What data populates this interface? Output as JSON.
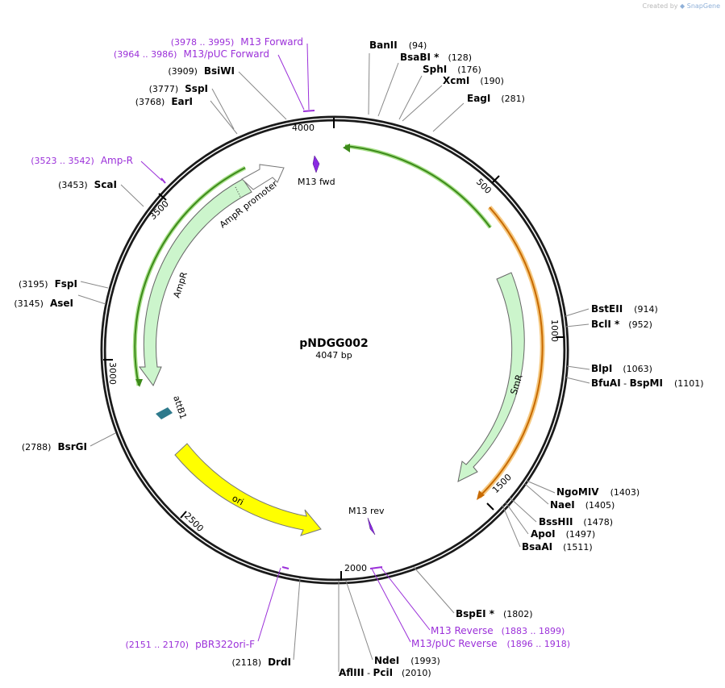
{
  "credit": {
    "prefix": "Created by",
    "brand": "SnapGene"
  },
  "plasmid": {
    "name": "pNDGG002",
    "length_label": "4047 bp"
  },
  "ticks": [
    "500",
    "1000",
    "1500",
    "2000",
    "2500",
    "3000",
    "3500",
    "4000"
  ],
  "enzymes_right": [
    {
      "name": "BanII",
      "pos": "(94)"
    },
    {
      "name": "BsaBI *",
      "pos": "(128)"
    },
    {
      "name": "SphI",
      "pos": "(176)"
    },
    {
      "name": "XcmI",
      "pos": "(190)"
    },
    {
      "name": "EagI",
      "pos": "(281)"
    },
    {
      "name": "BstEII",
      "pos": "(914)"
    },
    {
      "name": "BclI *",
      "pos": "(952)"
    },
    {
      "name": "BlpI",
      "pos": "(1063)"
    },
    {
      "name": "BfuAI",
      "sep": " - ",
      "name2": "BspMI",
      "pos": "(1101)"
    },
    {
      "name": "NgoMIV",
      "pos": "(1403)"
    },
    {
      "name": "NaeI",
      "pos": "(1405)"
    },
    {
      "name": "BssHII",
      "pos": "(1478)"
    },
    {
      "name": "ApoI",
      "pos": "(1497)"
    },
    {
      "name": "BsaAI",
      "pos": "(1511)"
    },
    {
      "name": "BspEI *",
      "pos": "(1802)"
    },
    {
      "name": "NdeI",
      "pos": "(1993)"
    },
    {
      "name": "AflIII",
      "sep": " - ",
      "name2": "PciI",
      "pos": "(2010)"
    }
  ],
  "enzymes_left": [
    {
      "name": "BsiWI",
      "pos": "(3909)"
    },
    {
      "name": "SspI",
      "pos": "(3777)"
    },
    {
      "name": "EarI",
      "pos": "(3768)"
    },
    {
      "name": "ScaI",
      "pos": "(3453)"
    },
    {
      "name": "FspI",
      "pos": "(3195)"
    },
    {
      "name": "AseI",
      "pos": "(3145)"
    },
    {
      "name": "BsrGI",
      "pos": "(2788)"
    },
    {
      "name": "DrdI",
      "pos": "(2118)"
    }
  ],
  "primers": [
    {
      "name": "M13 Forward",
      "range": "(3978 .. 3995)"
    },
    {
      "name": "M13/pUC Forward",
      "range": "(3964 .. 3986)"
    },
    {
      "name": "Amp-R",
      "range": "(3523 .. 3542)"
    },
    {
      "name": "pBR322ori-F",
      "range": "(2151 .. 2170)"
    },
    {
      "name": "M13 Reverse",
      "range": "(1883 .. 1899)"
    },
    {
      "name": "M13/pUC Reverse",
      "range": "(1896 .. 1918)"
    }
  ],
  "features": {
    "m13_fwd": "M13 fwd",
    "m13_rev": "M13 rev",
    "smr": "SmR",
    "ampr": "AmpR",
    "ampr_promoter": "AmpR promoter",
    "attb1": "attB1",
    "ori": "ori"
  },
  "colors": {
    "primer": "#9b30d9",
    "smr_fill": "#ccf5cc",
    "ori_fill": "#ffff00",
    "green_line": "#4caf20",
    "orange_line": "#e08a00",
    "attb1": "#2e7a8c",
    "promoter_fill": "#ffffff"
  }
}
